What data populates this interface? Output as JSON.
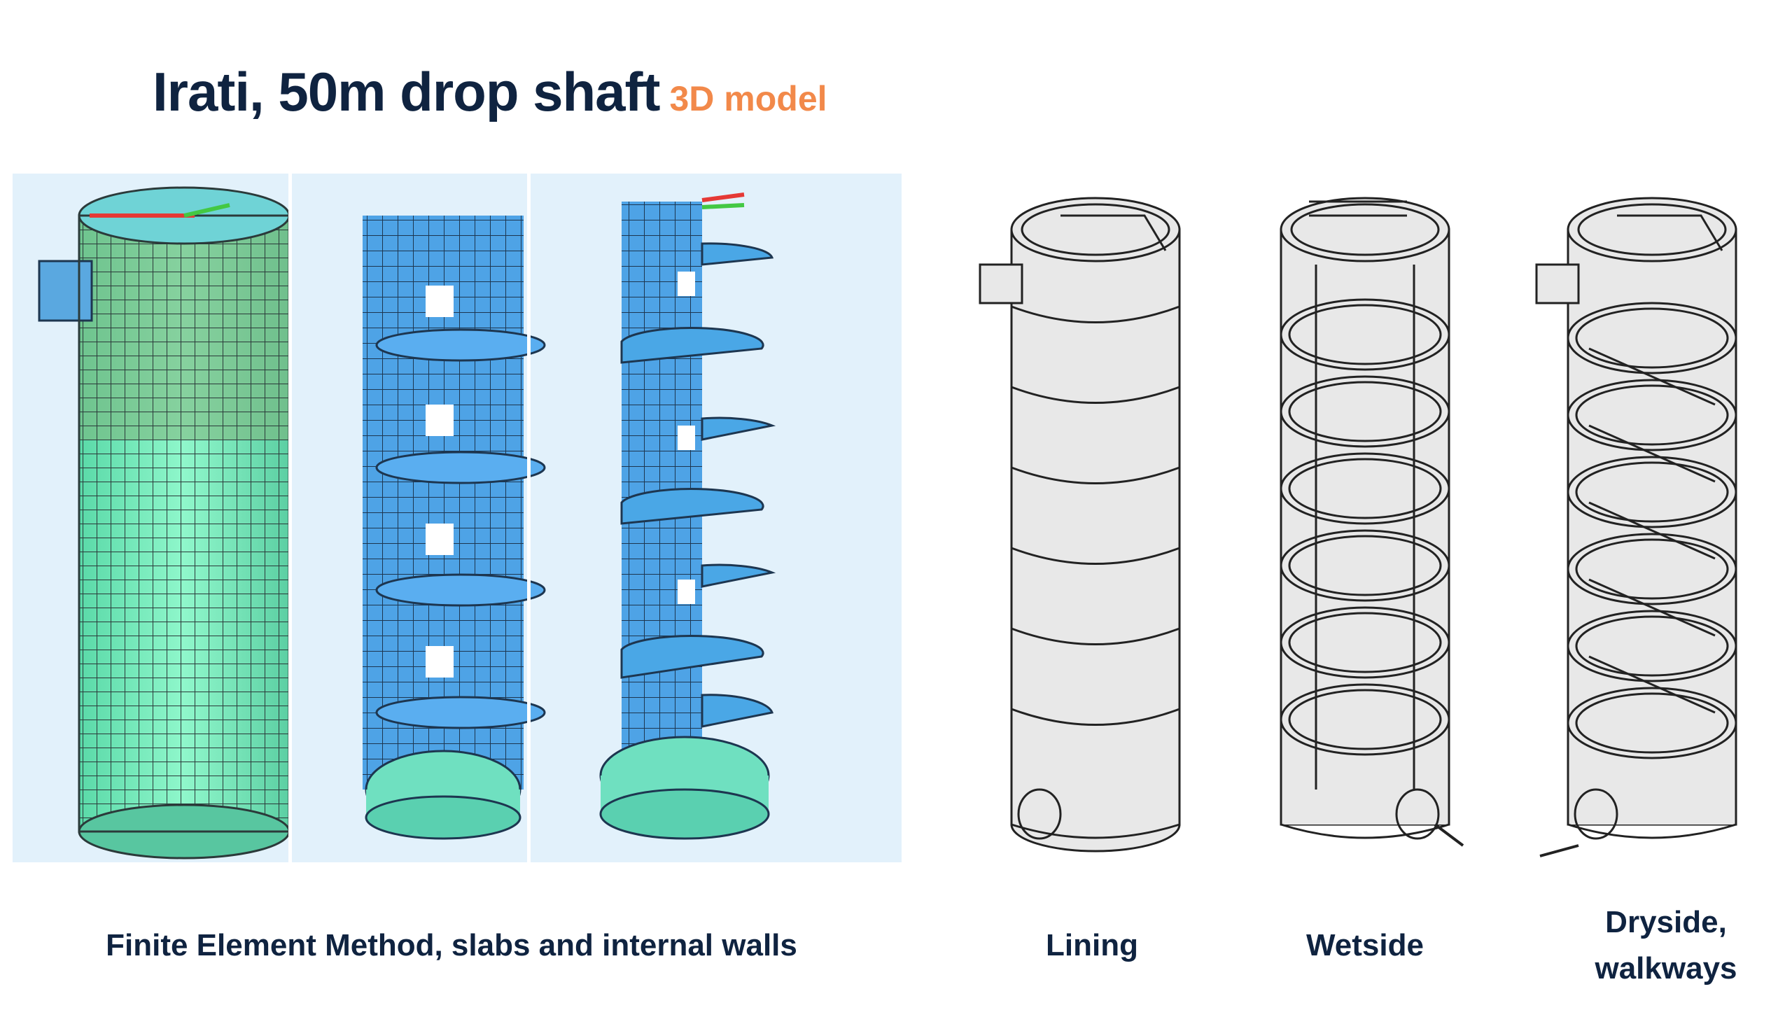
{
  "title": {
    "main": "Irati, 50m drop shaft",
    "accent": "3D model"
  },
  "figures": {
    "fem": {
      "caption": "Finite Element Method, slabs and internal walls",
      "panels": [
        "fem-shaft-lining-mesh",
        "fem-internal-walls-slabs-mesh",
        "fem-internal-walls-slabs-mesh-alt"
      ]
    },
    "lining": {
      "caption": "Lining"
    },
    "wetside": {
      "caption": "Wetside"
    },
    "dryside": {
      "caption_line1": "Dryside,",
      "caption_line2": "walkways"
    }
  },
  "colors": {
    "title": "#0f2340",
    "accent": "#f2894a",
    "panel_bg": "#e2f1fb",
    "mesh_green": "#7ff2c2",
    "mesh_blue": "#4ea3e6",
    "drawing_fill": "#e8e8e8"
  }
}
